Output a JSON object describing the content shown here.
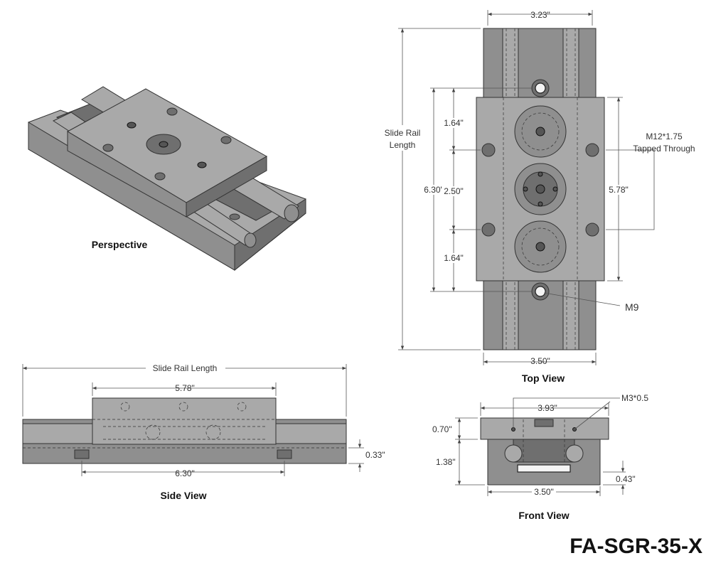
{
  "part_number": "FA-SGR-35-X",
  "views": {
    "perspective": {
      "label": "Perspective"
    },
    "top": {
      "label": "Top View",
      "dims": {
        "width_top": "3.23\"",
        "width_bottom": "3.50\"",
        "rail_length": [
          "Slide Rail",
          "Length"
        ],
        "overall": "6.30\"",
        "seg1": "1.64\"",
        "seg2": "2.50\"",
        "seg3": "1.64\"",
        "carriage": "5.78\""
      },
      "callouts": {
        "tapped": [
          "M12*1.75",
          "Tapped Through"
        ],
        "hole": "M9"
      }
    },
    "side": {
      "label": "Side View",
      "dims": {
        "rail_length": "Slide Rail Length",
        "carriage": "5.78\"",
        "spacing": "6.30\"",
        "height": "0.33\""
      }
    },
    "front": {
      "label": "Front View",
      "dims": {
        "top_width": "3.93\"",
        "carriage_h": "0.70\"",
        "total_h": "1.38\"",
        "base_h": "0.43\"",
        "base_w": "3.50\""
      },
      "callouts": {
        "thread": "M3*0.5"
      }
    }
  },
  "colors": {
    "metal": "#8f8f8f",
    "metal_light": "#a9a9a9",
    "metal_dark": "#6f6f6f",
    "line": "#333333"
  }
}
